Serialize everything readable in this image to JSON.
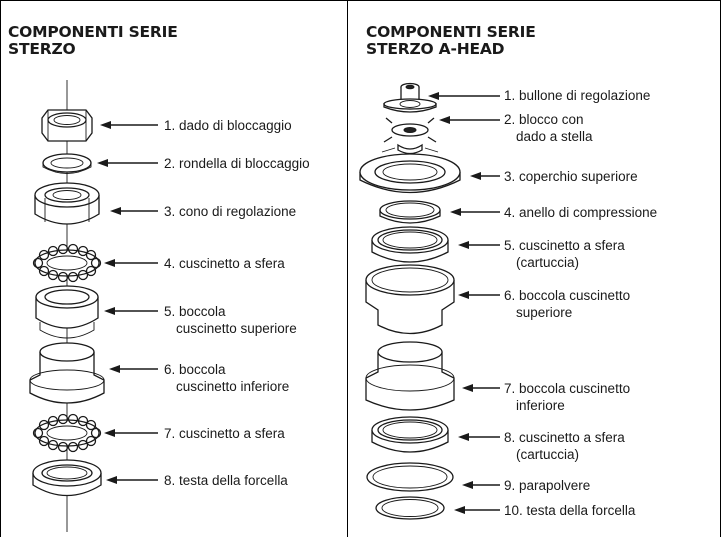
{
  "left_panel": {
    "title_line1": "COMPONENTI SERIE",
    "title_line2": "STERZO",
    "labels": [
      {
        "line1": "1. dado di bloccaggio",
        "line2": ""
      },
      {
        "line1": "2. rondella di bloccaggio",
        "line2": ""
      },
      {
        "line1": "3. cono di regolazione",
        "line2": ""
      },
      {
        "line1": "4. cuscinetto a sfera",
        "line2": ""
      },
      {
        "line1": "5. boccola",
        "line2": "cuscinetto superiore"
      },
      {
        "line1": "6. boccola",
        "line2": "cuscinetto inferiore"
      },
      {
        "line1": "7. cuscinetto a sfera",
        "line2": ""
      },
      {
        "line1": "8. testa della forcella",
        "line2": ""
      }
    ]
  },
  "right_panel": {
    "title_line1": "COMPONENTI SERIE",
    "title_line2": "STERZO A-HEAD",
    "labels": [
      {
        "line1": "1. bullone di regolazione",
        "line2": ""
      },
      {
        "line1": "2. blocco con",
        "line2": "dado a stella"
      },
      {
        "line1": "3. coperchio superiore",
        "line2": ""
      },
      {
        "line1": "4. anello di compressione",
        "line2": ""
      },
      {
        "line1": "5. cuscinetto a sfera",
        "line2": "(cartuccia)"
      },
      {
        "line1": "6. boccola cuscinetto",
        "line2": "superiore"
      },
      {
        "line1": "7. boccola cuscinetto",
        "line2": "inferiore"
      },
      {
        "line1": "8. cuscinetto a sfera",
        "line2": "(cartuccia)"
      },
      {
        "line1": "9. parapolvere",
        "line2": ""
      },
      {
        "line1": "10. testa della forcella",
        "line2": ""
      }
    ]
  }
}
